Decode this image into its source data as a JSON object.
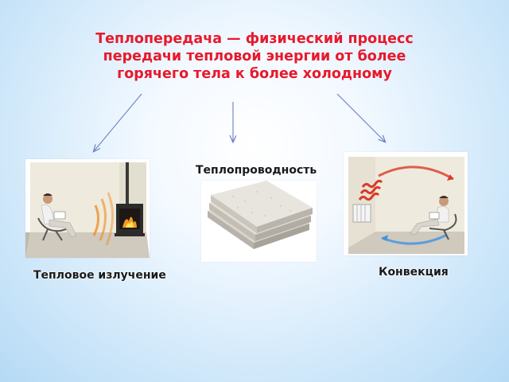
{
  "slide": {
    "title": "Теплопередача — физический процесс передачи тепловой энергии от более горячего тела к более холодному",
    "colors": {
      "title": "#e8192c",
      "arrow": "#6a7fc4",
      "labels": "#1a1a1a",
      "heat_wave": "#ef8a1a",
      "warm_air": "#d93a25",
      "cool_air": "#3f93e0"
    },
    "types": {
      "radiation": {
        "label": "Тепловое излучение",
        "icon": "person-by-fireplace-icon"
      },
      "conduction": {
        "label": "Теплопроводность",
        "icon": "insulation-slabs-icon"
      },
      "convection": {
        "label": "Конвекция",
        "icon": "radiator-air-circulation-icon"
      }
    }
  }
}
